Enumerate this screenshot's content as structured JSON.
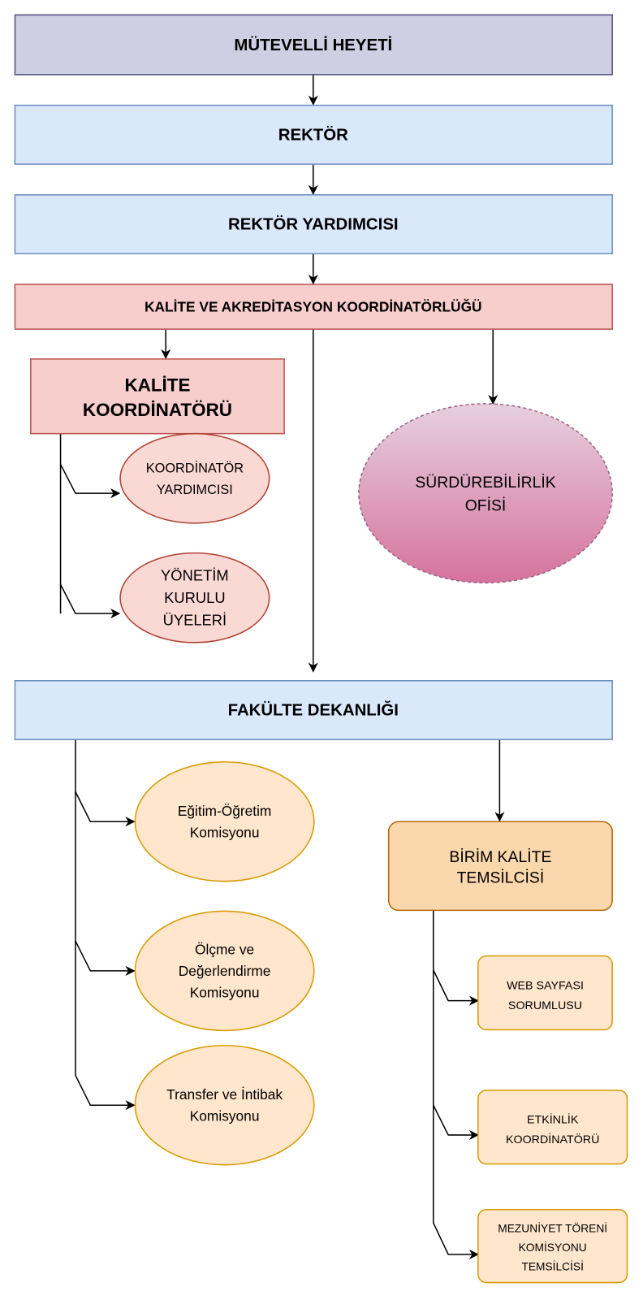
{
  "nodes": {
    "mutevelli": "MÜTEVELLİ HEYETİ",
    "rektor": "REKTÖR",
    "rektor_yrd": "REKTÖR YARDIMCISI",
    "kalite_akred": "KALİTE VE AKREDİTASYON KOORDİNATÖRLÜĞÜ",
    "kalite_koord": [
      "KALİTE",
      "KOORDİNATÖRÜ"
    ],
    "koord_yrd": [
      "KOORDİNATÖR",
      "YARDIMCISI"
    ],
    "yonetim": [
      "YÖNETİM",
      "KURULU",
      "ÜYELERİ"
    ],
    "surdurebilirlik": [
      "SÜRDÜREBİLİRLİK",
      "OFİSİ"
    ],
    "fakulte": "FAKÜLTE DEKANLIĞI",
    "egitim": [
      "Eğitim-Öğretim",
      "Komisyonu"
    ],
    "olcme": [
      "Ölçme ve",
      "Değerlendirme",
      "Komisyonu"
    ],
    "transfer": [
      "Transfer ve İntibak",
      "Komisyonu"
    ],
    "birim": [
      "BİRİM KALİTE",
      "TEMSİLCİSİ"
    ],
    "web": [
      "WEB SAYFASI",
      "SORUMLUSU"
    ],
    "etkinlik": [
      "ETKİNLİK",
      "KOORDİNATÖRÜ"
    ],
    "mezuniyet": [
      "MEZUNİYET TÖRENİ",
      "KOMİSYONU",
      "TEMSİLCİSİ"
    ]
  },
  "colors": {
    "purple_fill": "#d0cee2",
    "purple_stroke": "#56517e",
    "blue_fill": "#dae8fc",
    "blue_stroke": "#6c8ebf",
    "red_fill": "#f8cecc",
    "red_stroke": "#b85450",
    "orange_fill": "#ffe6cc",
    "orange_stroke": "#d79b00"
  }
}
